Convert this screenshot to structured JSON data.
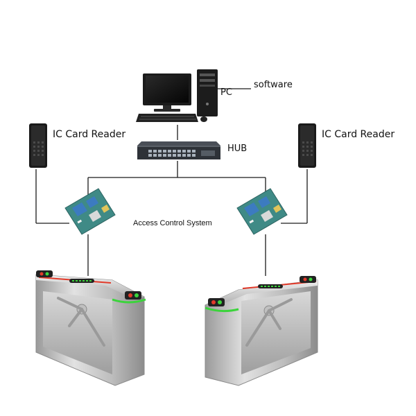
{
  "labels": {
    "software": "software",
    "pc": "PC",
    "hub": "HUB",
    "reader_left": "IC Card Reader",
    "reader_right": "IC Card Reader",
    "access_control": "Access  Control System"
  },
  "colors": {
    "line": "#1a1a1a",
    "device_dark": "#1c1c1c",
    "pcb_green": "#3f8a86",
    "pcb_blue": "#3c7bc0",
    "turnstile_steel": "#c9c9c9",
    "led_green": "#3bd43b",
    "led_red": "#e23a2a"
  },
  "icons": [
    "monitor-icon",
    "tower-icon",
    "keyboard-icon",
    "mouse-icon",
    "switch-hub-icon",
    "card-reader-icon",
    "controller-board-icon",
    "tripod-turnstile-icon"
  ]
}
